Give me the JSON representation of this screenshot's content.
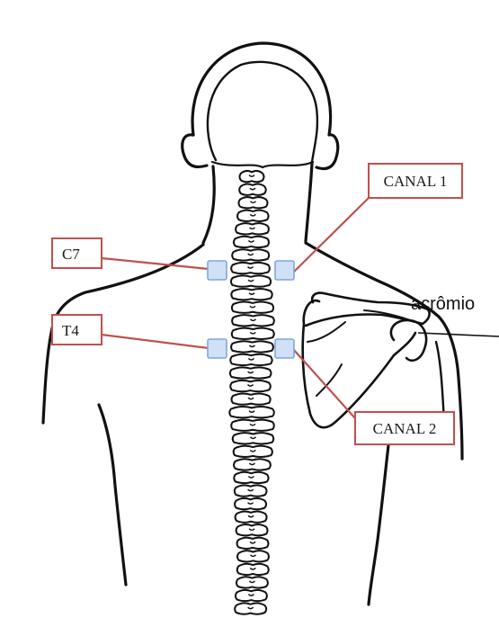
{
  "labels": {
    "canal1": "CANAL 1",
    "canal2": "CANAL 2",
    "c7": "C7",
    "t4": "T4",
    "acromion": "acrômio"
  },
  "colors": {
    "label_border": "#c0504d",
    "leader_line": "#c0504d",
    "electrode_fill": "#cfe0f7",
    "electrode_stroke": "#7fa7d9",
    "outline": "#111111"
  },
  "icons": {
    "electrode": "square-electrode-pad"
  }
}
